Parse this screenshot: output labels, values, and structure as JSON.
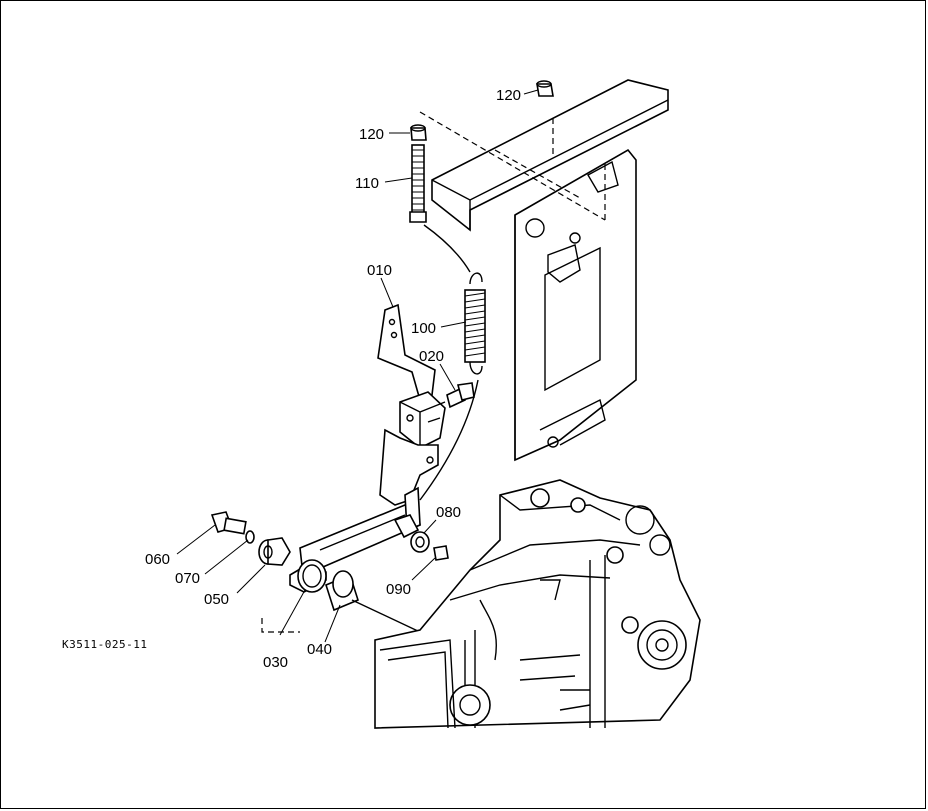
{
  "diagram": {
    "drawing_code": "K3511-025-11",
    "callouts": {
      "nut_top_right": "120",
      "nut_top_left": "120",
      "bolt": "110",
      "lever": "010",
      "spring": "100",
      "screw": "020",
      "collar": "080",
      "nut_small": "090",
      "bolt_left": "060",
      "washer": "070",
      "bushing": "050",
      "lever_assembly": "030",
      "bush": "040"
    }
  }
}
